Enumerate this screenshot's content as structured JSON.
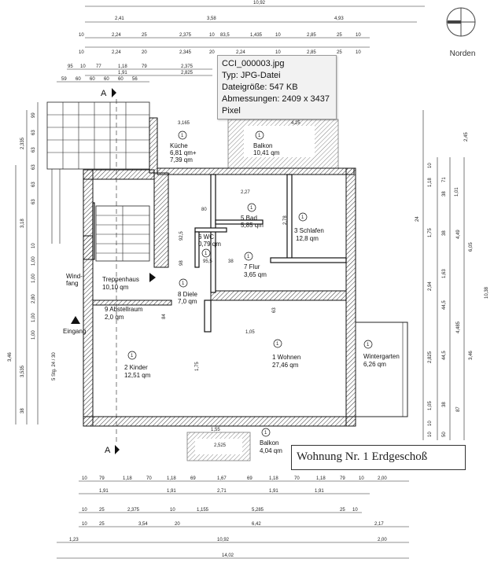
{
  "tooltip": {
    "filename": "CCI_000003.jpg",
    "type": "Typ: JPG-Datei",
    "size": "Dateigröße: 547 KB",
    "dimensions": "Abmessungen: 2409 x 3437",
    "dimensions_unit": "Pixel"
  },
  "plan_title": "Wohnung Nr. 1 Erdgeschoß",
  "compass_label": "Norden",
  "section_marker": "A",
  "room_number": "1",
  "rooms": {
    "kueche": {
      "name": "Küche",
      "area": "6,81 qm+",
      "area2": "7,39 qm"
    },
    "balkon_top": {
      "name": "Balkon",
      "area": "10,41 qm"
    },
    "bad": {
      "name": "5 Bad",
      "area": "5,85 qm"
    },
    "schlafen": {
      "name": "3 Schlafen",
      "area": "12,8 qm"
    },
    "wc": {
      "name": "6 WC",
      "area": "0,79 qm"
    },
    "flur": {
      "name": "7 Flur",
      "area": "3,65 qm"
    },
    "windfang": {
      "name": "Wind-",
      "name2": "fang"
    },
    "treppenhaus": {
      "name": "Treppenhaus",
      "area": "10,10 qm"
    },
    "diele": {
      "name": "8 Diele",
      "area": "7,0 qm"
    },
    "abstell": {
      "name": "9 Abstellraum",
      "area": "2,0 qm"
    },
    "eingang": {
      "name": "Eingang"
    },
    "kinder": {
      "name": "2 Kinder",
      "area": "12,51 qm"
    },
    "wohnen": {
      "name": "1 Wohnen",
      "area": "27,46 qm"
    },
    "wintergarten": {
      "name": "Wintergarten",
      "area": "6,26 qm"
    },
    "balkon_bottom": {
      "name": "Balkon",
      "area": "4,04 qm"
    }
  },
  "dims": {
    "top1": [
      "10,92"
    ],
    "top2": [
      "2,41",
      "3,58",
      "4,93"
    ],
    "top3": [
      "10",
      "2,24",
      "25",
      "2,375",
      "10",
      "83,5",
      "1,435",
      "10",
      "2,85",
      "25",
      "10"
    ],
    "top4": [
      "10",
      "2,24",
      "20",
      "2,345",
      "20",
      "2,24",
      "10",
      "2,85",
      "25",
      "10"
    ],
    "top5": [
      "95",
      "10",
      "77",
      "1,18",
      "79",
      "2,375"
    ],
    "top6": [
      "1,91",
      "2,825"
    ],
    "top7": [
      "59",
      "60",
      "60",
      "60",
      "60",
      "56"
    ],
    "bot1": [
      "10",
      "79",
      "1,18",
      "70",
      "1,18",
      "69",
      "1,67",
      "69",
      "1,18",
      "70",
      "1,18",
      "79",
      "10",
      "2,00"
    ],
    "bot2": [
      "1,91",
      "1,91",
      "2,71",
      "1,91",
      "1,91"
    ],
    "bot3": [
      "10",
      "25",
      "2,375",
      "10",
      "1,155",
      "5,285",
      "25",
      "10"
    ],
    "bot4": [
      "10",
      "25",
      "3,54",
      "20",
      "6,42",
      "2,17"
    ],
    "bot5": [
      "1,23",
      "10,92",
      "2,00"
    ],
    "bot6": [
      "14,02"
    ],
    "left": [
      "2,335",
      "99",
      "63",
      "63",
      "63",
      "63",
      "63",
      "3,18",
      "10",
      "1,00",
      "1,00",
      "2,80",
      "1,00",
      "1,00",
      "3,535",
      "38",
      "3,46",
      "5 Stg. 24 / 30"
    ],
    "right": [
      "2,45",
      "10",
      "1,18",
      "71",
      "38",
      "1,01",
      "24",
      "1,75",
      "38",
      "6,05",
      "4,49",
      "1,63",
      "2,94",
      "10,38",
      "44,5",
      "4,485",
      "44,5",
      "2,825",
      "3,46",
      "1,05",
      "87",
      "38",
      "10",
      "50",
      "10"
    ],
    "inner": [
      "3,165",
      "4,25",
      "2,27",
      "80",
      "2,78",
      "92,5",
      "98",
      "95,5",
      "38",
      "84",
      "63",
      "1,05",
      "1,75",
      "1,55",
      "2,525"
    ]
  }
}
